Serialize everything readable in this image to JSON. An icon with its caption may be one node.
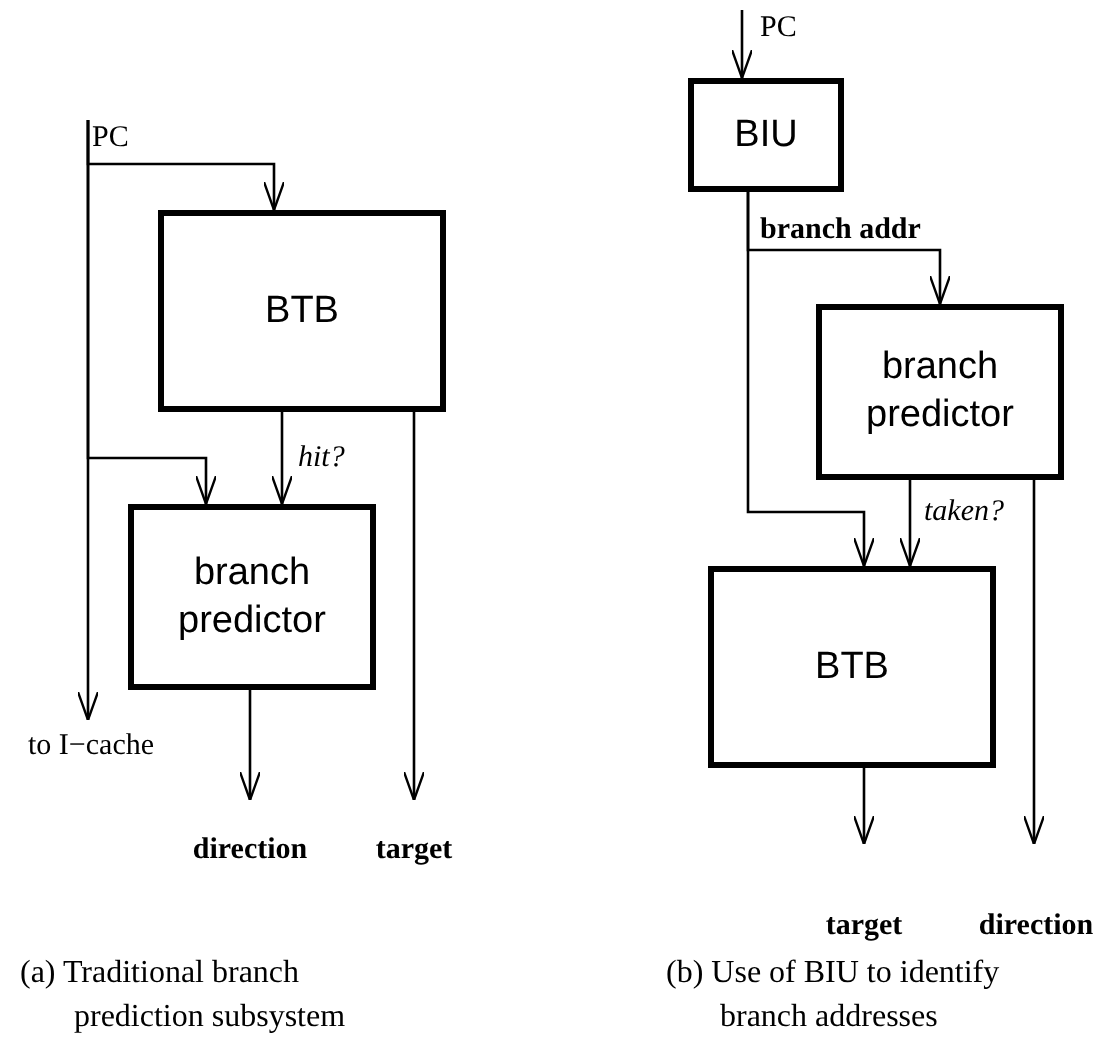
{
  "diagram": {
    "nodes": [
      {
        "text": [
          "PC"
        ]
      },
      {
        "text": [
          "BTB"
        ]
      },
      {
        "text": [
          "branch predictor"
        ]
      },
      {
        "text": [
          "to I−cache"
        ]
      },
      {
        "text": [
          "direction"
        ]
      },
      {
        "text": [
          "target"
        ]
      },
      {
        "text": [
          "PC"
        ]
      },
      {
        "text": [
          "BIU"
        ]
      },
      {
        "text": [
          "branch predictor"
        ]
      },
      {
        "text": [
          "BTB"
        ]
      },
      {
        "text": [
          "target"
        ]
      },
      {
        "text": [
          "direction"
        ]
      }
    ],
    "edges": [
      {
        "from": 0,
        "to": 1,
        "arrow": "to"
      },
      {
        "from": 0,
        "to": 2,
        "arrow": "to"
      },
      {
        "from": 0,
        "to": 3,
        "arrow": "to"
      },
      {
        "from": 1,
        "to": 2,
        "arrow": "to",
        "label": "hit?"
      },
      {
        "from": 1,
        "to": 5,
        "arrow": "to"
      },
      {
        "from": 2,
        "to": 4,
        "arrow": "to"
      },
      {
        "from": 6,
        "to": 7,
        "arrow": "to"
      },
      {
        "from": 7,
        "to": 8,
        "arrow": "to",
        "label": "branch addr"
      },
      {
        "from": 7,
        "to": 9,
        "arrow": "to"
      },
      {
        "from": 8,
        "to": 9,
        "arrow": "to",
        "label": "taken?"
      },
      {
        "from": 8,
        "to": 11,
        "arrow": "to"
      },
      {
        "from": 9,
        "to": 10,
        "arrow": "to"
      }
    ],
    "labels": [
      "(a) Traditional branch prediction subsystem",
      "(b) Use of BIU to identify branch addresses"
    ]
  }
}
